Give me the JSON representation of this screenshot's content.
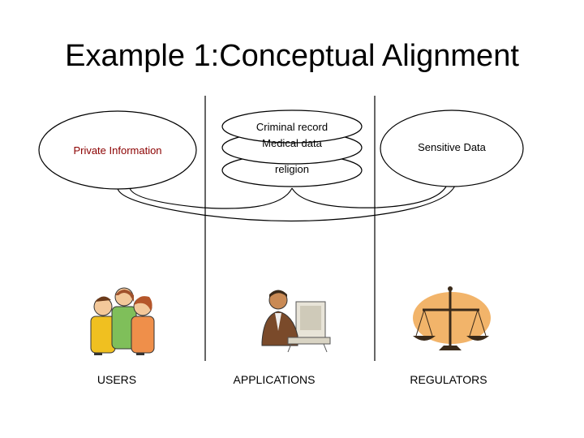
{
  "slide": {
    "title": "Example 1:Conceptual Alignment"
  },
  "concepts": {
    "left": "Private Information",
    "right": "Sensitive Data",
    "middle_stack": [
      "Criminal record",
      "Medical data",
      "religion"
    ]
  },
  "columns": {
    "users": "USERS",
    "applications": "APPLICATIONS",
    "regulators": "REGULATORS"
  },
  "colors": {
    "left_label": "#8b0000",
    "scale_backdrop": "#f2b46a",
    "line": "#000000"
  },
  "icons": [
    "people-clipart-icon",
    "person-at-computer-icon",
    "balance-scale-icon"
  ]
}
